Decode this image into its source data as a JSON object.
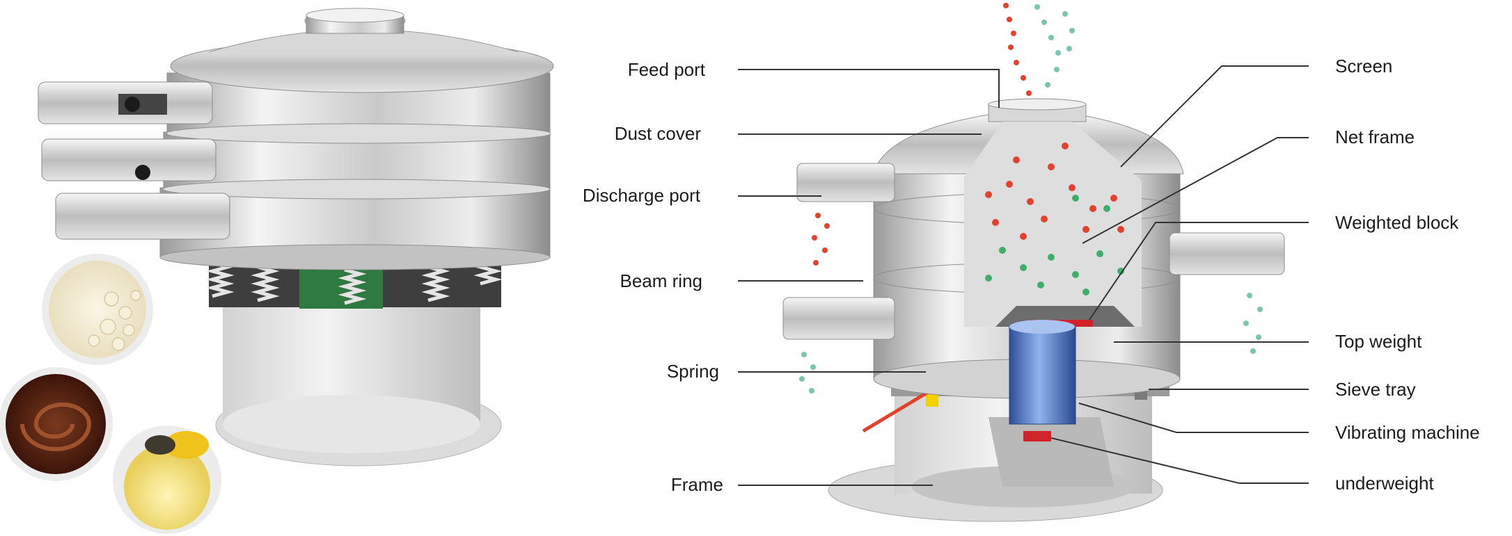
{
  "labels_left": [
    {
      "id": "feed-port",
      "text": "Feed port"
    },
    {
      "id": "dust-cover",
      "text": "Dust cover"
    },
    {
      "id": "discharge-port",
      "text": "Discharge port"
    },
    {
      "id": "beam-ring",
      "text": "Beam ring"
    },
    {
      "id": "spring",
      "text": "Spring"
    },
    {
      "id": "frame",
      "text": "Frame"
    }
  ],
  "labels_right": [
    {
      "id": "screen",
      "text": "Screen"
    },
    {
      "id": "net-frame",
      "text": "Net frame"
    },
    {
      "id": "weighted-block",
      "text": "Weighted block"
    },
    {
      "id": "top-weight",
      "text": "Top weight"
    },
    {
      "id": "sieve-tray",
      "text": "Sieve tray"
    },
    {
      "id": "vibrating-machine",
      "text": "Vibrating machine"
    },
    {
      "id": "underweight",
      "text": "underweight"
    }
  ],
  "colors": {
    "steel_light": "#eeeeee",
    "steel_mid": "#c8c8c8",
    "steel_dark": "#8a8a8a",
    "particle_red": "#e2412d",
    "particle_green": "#3fae6a",
    "particle_teal": "#7cc3b0",
    "motor_blue": "#3e6fc2",
    "spring_yellow": "#f2d100",
    "leader_line": "#333333"
  },
  "food_samples": [
    {
      "id": "milk-sample",
      "name": "bubbly milk"
    },
    {
      "id": "chocolate-sample",
      "name": "chocolate swirl"
    },
    {
      "id": "juice-sample",
      "name": "lemon juice"
    }
  ]
}
